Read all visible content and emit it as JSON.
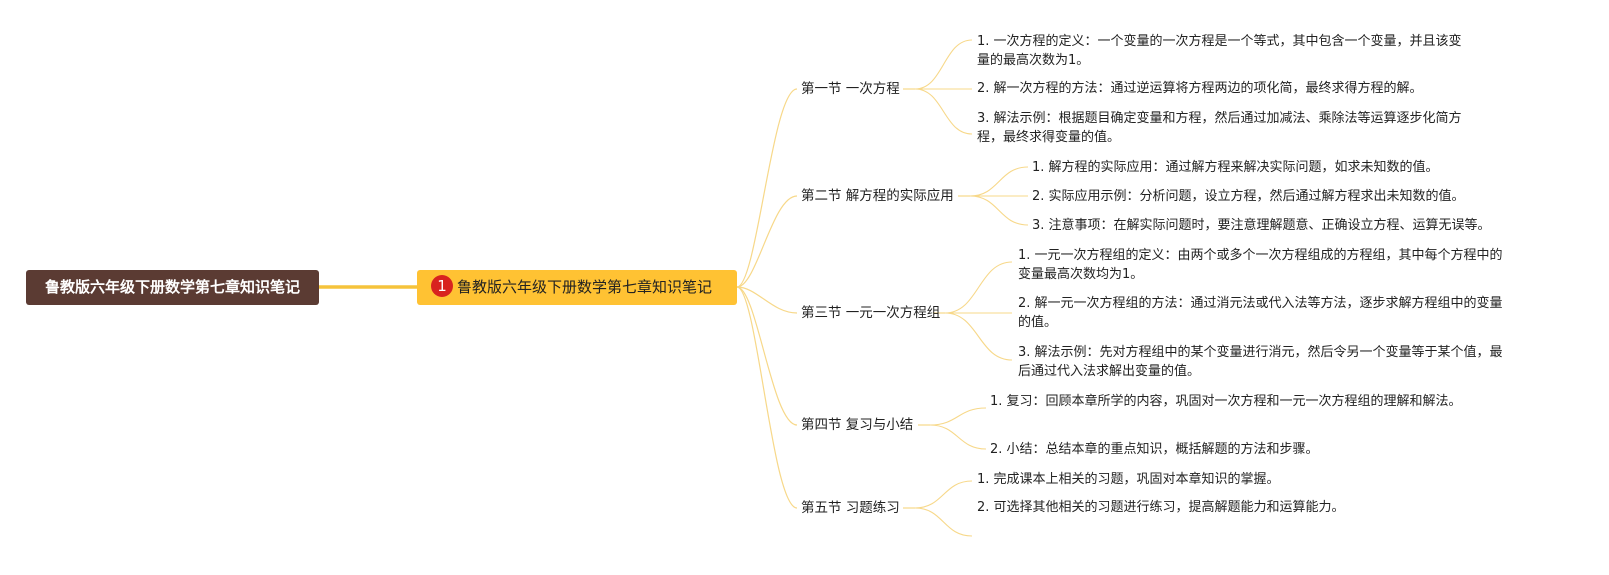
{
  "root": {
    "title": "鲁教版六年级下册数学第七章知识笔记"
  },
  "main": {
    "badge": "1",
    "title": "鲁教版六年级下册数学第七章知识笔记"
  },
  "sections": [
    {
      "title": "第一节 一次方程",
      "items": [
        "1. 一次方程的定义：一个变量的一次方程是一个等式，其中包含一个变量，并且该变量的最高次数为1。",
        "2. 解一次方程的方法：通过逆运算将方程两边的项化简，最终求得方程的解。",
        "3. 解法示例：根据题目确定变量和方程，然后通过加减法、乘除法等运算逐步化简方程，最终求得变量的值。"
      ]
    },
    {
      "title": "第二节 解方程的实际应用",
      "items": [
        "1. 解方程的实际应用：通过解方程来解决实际问题，如求未知数的值。",
        "2. 实际应用示例：分析问题，设立方程，然后通过解方程求出未知数的值。",
        "3. 注意事项：在解实际问题时，要注意理解题意、正确设立方程、运算无误等。"
      ]
    },
    {
      "title": "第三节 一元一次方程组",
      "items": [
        "1. 一元一次方程组的定义：由两个或多个一次方程组成的方程组，其中每个方程中的变量最高次数均为1。",
        "2. 解一元一次方程组的方法：通过消元法或代入法等方法，逐步求解方程组中的变量的值。",
        "3. 解法示例：先对方程组中的某个变量进行消元，然后令另一个变量等于某个值，最后通过代入法求解出变量的值。"
      ]
    },
    {
      "title": "第四节 复习与小结",
      "items": [
        "1. 复习：回顾本章所学的内容，巩固对一次方程和一元一次方程组的理解和解法。",
        "2. 小结：总结本章的重点知识，概括解题的方法和步骤。"
      ]
    },
    {
      "title": "第五节 习题练习",
      "items": [
        "1. 完成课本上相关的习题，巩固对本章知识的掌握。",
        "2. 可选择其他相关的习题进行练习，提高解题能力和运算能力。"
      ]
    }
  ],
  "colors": {
    "root_bg": "#5b3b33",
    "main_bg": "#ffc233",
    "badge": "#d8231f",
    "link": "#f5c33b",
    "thin_link": "#f7d889"
  }
}
